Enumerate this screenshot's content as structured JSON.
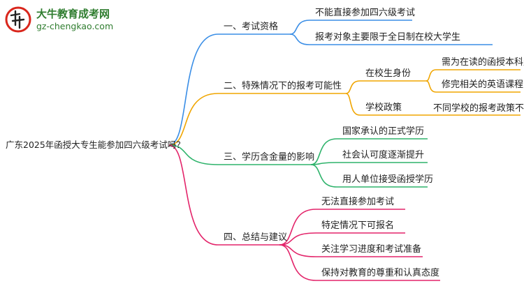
{
  "brand": {
    "title": "大牛教育成考网",
    "url": "gz-chengkao.com",
    "colors": {
      "brand": "#2f7d2f",
      "logo_red": "#d9261c"
    }
  },
  "root": "广东2025年函授大专生能参加四六级考试吗？",
  "branches": [
    {
      "label": "一、考试资格",
      "color": "#3a8ee6",
      "children": [
        {
          "label": "不能直接参加四六级考试"
        },
        {
          "label": "报考对象主要限于全日制在校大学生"
        }
      ]
    },
    {
      "label": "二、特殊情况下的报考可能性",
      "color": "#f0a500",
      "children": [
        {
          "label": "在校生身份",
          "children": [
            "需为在读的函授本科生",
            "修完相关的英语课程"
          ]
        },
        {
          "label": "学校政策",
          "children": [
            "不同学校的报考政策不同"
          ]
        }
      ]
    },
    {
      "label": "三、学历含金量的影响",
      "color": "#2eb36b",
      "children": [
        {
          "label": "国家承认的正式学历"
        },
        {
          "label": "社会认可度逐渐提升"
        },
        {
          "label": "用人单位接受函授学历"
        }
      ]
    },
    {
      "label": "四、总结与建议",
      "color": "#e3246a",
      "children": [
        {
          "label": "无法直接参加考试"
        },
        {
          "label": "特定情况下可报名"
        },
        {
          "label": "关注学习进度和考试准备"
        },
        {
          "label": "保持对教育的尊重和认真态度"
        }
      ]
    }
  ]
}
